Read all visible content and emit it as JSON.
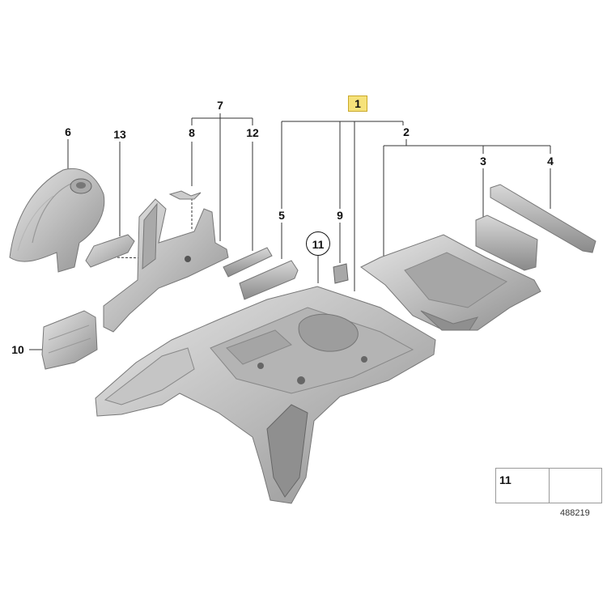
{
  "callouts": {
    "c1": "1",
    "c2": "2",
    "c3": "3",
    "c4": "4",
    "c5": "5",
    "c6": "6",
    "c7": "7",
    "c8": "8",
    "c9": "9",
    "c10": "10",
    "c11": "11",
    "c12": "12",
    "c13": "13"
  },
  "legend": {
    "part_number": "11"
  },
  "diagram_id": "488219",
  "colors": {
    "part_fill": "#c9c9c9",
    "part_dark": "#8d8d8d",
    "part_light": "#e4e4e4",
    "leader": "#333333",
    "highlight": "#f6e27a"
  }
}
